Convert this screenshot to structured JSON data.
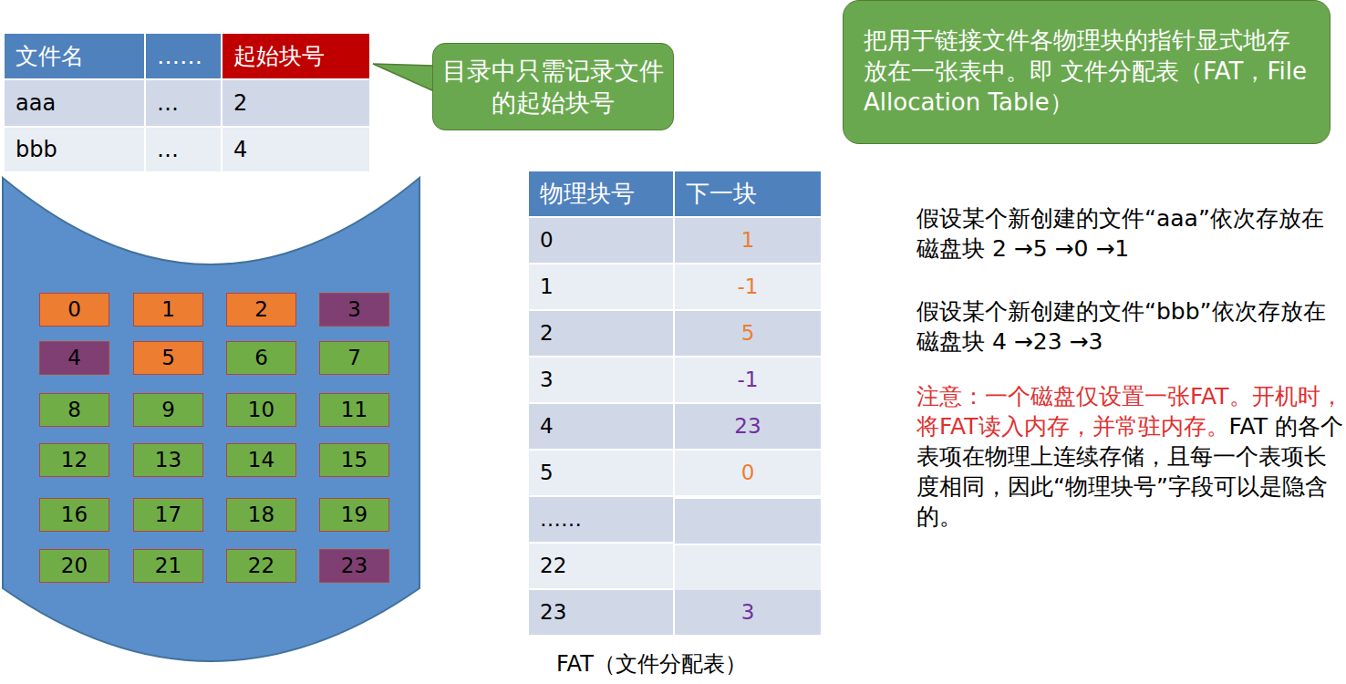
{
  "diagram": {
    "caption": "FAT（文件分配表）",
    "nodes": [
      {
        "text": [
          "目录中只需记录文件的起始块号"
        ]
      },
      {
        "text": [
          "把用于链接文件各物理块的指针显式地存放在一张表中。即 文件分配表（FAT，File Allocation Table）"
        ]
      },
      {
        "text": [
          "0"
        ]
      },
      {
        "text": [
          "1"
        ]
      },
      {
        "text": [
          "2"
        ]
      },
      {
        "text": [
          "3"
        ]
      },
      {
        "text": [
          "4"
        ]
      },
      {
        "text": [
          "5"
        ]
      },
      {
        "text": [
          "6"
        ]
      },
      {
        "text": [
          "7"
        ]
      },
      {
        "text": [
          "8"
        ]
      },
      {
        "text": [
          "9"
        ]
      },
      {
        "text": [
          "10"
        ]
      },
      {
        "text": [
          "11"
        ]
      },
      {
        "text": [
          "12"
        ]
      },
      {
        "text": [
          "13"
        ]
      },
      {
        "text": [
          "14"
        ]
      },
      {
        "text": [
          "15"
        ]
      },
      {
        "text": [
          "16"
        ]
      },
      {
        "text": [
          "17"
        ]
      },
      {
        "text": [
          "18"
        ]
      },
      {
        "text": [
          "19"
        ]
      },
      {
        "text": [
          "20"
        ]
      },
      {
        "text": [
          "21"
        ]
      },
      {
        "text": [
          "22"
        ]
      },
      {
        "text": [
          "23"
        ]
      }
    ],
    "labels": [
      "文件名",
      "……",
      "起始块号",
      "aaa",
      "…",
      "2",
      "bbb",
      "…",
      "4",
      "物理块号",
      "下一块",
      "0",
      "1",
      "1",
      "-1",
      "2",
      "5",
      "3",
      "-1",
      "4",
      "23",
      "5",
      "0",
      "……",
      "22",
      "23",
      "3",
      "假设某个新创建的文件“aaa”依次存放在磁盘块 2 →5 →0 →1",
      "假设某个新创建的文件“bbb”依次存放在磁盘块 4 →23 →3",
      "注意：一个磁盘仅设置一张FAT。开机时，将FAT读入内存，并常驻内存。",
      "FAT 的各个表项在物理上连续存储，且每一个表项长度相同，因此“物理块号”字段可以是隐含的。"
    ]
  }
}
